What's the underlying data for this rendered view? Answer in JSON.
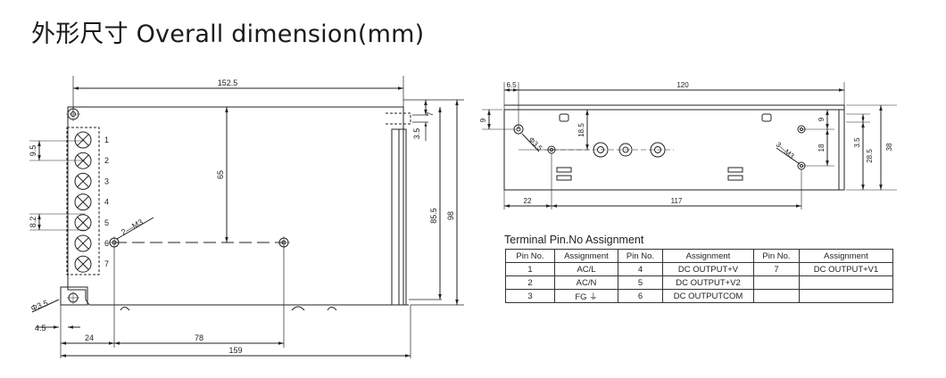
{
  "heading": "外形尺寸 Overall dimension(mm)",
  "side_view": {
    "dims": {
      "top_width": "152.5",
      "total_width": "159",
      "hole_span": "78",
      "left_offset": "24",
      "left_edge": "4.5",
      "height_65": "65",
      "height_85_5": "85.5",
      "height_98": "98",
      "top_7": "7",
      "top_3_5": "3.5",
      "pitch_9_5": "9.5",
      "pitch_8_2": "8.2",
      "mount_hole": "2—M3",
      "corner_hole": "Φ3.5"
    },
    "terminal_numbers": [
      "1",
      "2",
      "3",
      "4",
      "5",
      "6",
      "7"
    ]
  },
  "end_view": {
    "dims": {
      "left_6_5": "6.5",
      "width_120": "120",
      "top_9": "9",
      "h_18_5": "18.5",
      "hole_3_5": "Φ3.5",
      "mount_3_m3": "3—M3",
      "right_9": "9",
      "right_18": "18",
      "right_3_5": "3.5",
      "right_28_5": "28.5",
      "right_38": "38",
      "bottom_22": "22",
      "bottom_117": "117"
    }
  },
  "pin_table": {
    "caption": "Terminal Pin.No Assignment",
    "headers": [
      "Pin No.",
      "Assignment",
      "Pin No.",
      "Assignment",
      "Pin No.",
      "Assignment"
    ],
    "rows": [
      [
        "1",
        "AC/L",
        "4",
        "DC OUTPUT+V",
        "7",
        "DC OUTPUT+V1"
      ],
      [
        "2",
        "AC/N",
        "5",
        "DC OUTPUT+V2",
        "",
        ""
      ],
      [
        "3",
        "FG ⏚",
        "6",
        "DC OUTPUTCOM",
        "",
        ""
      ]
    ]
  }
}
